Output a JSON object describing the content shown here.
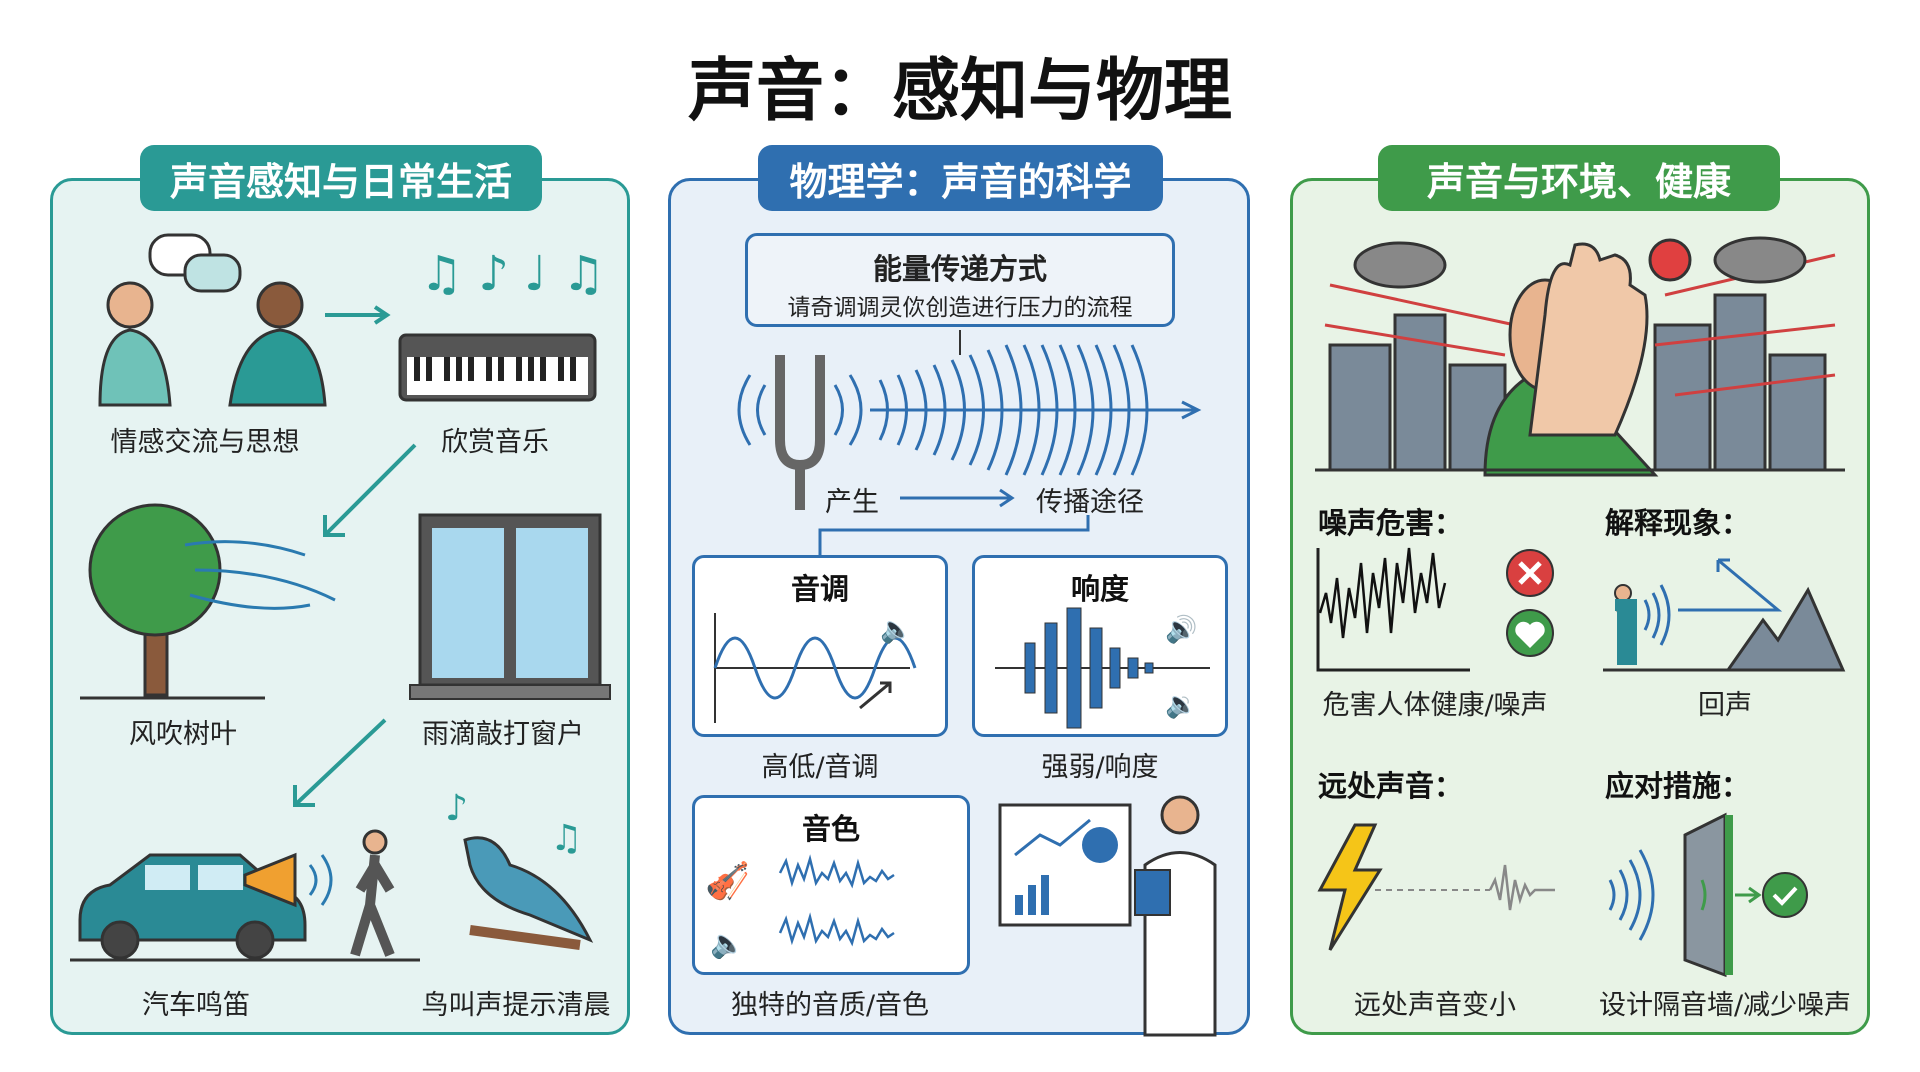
{
  "title": "声音：感知与物理",
  "left": {
    "header": "声音感知与日常生活",
    "items": [
      "情感交流与思想",
      "欣赏音乐",
      "风吹树叶",
      "雨滴敲打窗户",
      "汽车鸣笛",
      "鸟叫声提示清晨"
    ]
  },
  "middle": {
    "header": "物理学：声音的科学",
    "energy_box": {
      "title": "能量传递方式",
      "subtitle": "请奇调调灵佽创造进行压力的流程"
    },
    "produce": "产生",
    "propagate": "传播途径",
    "pitch": {
      "title": "音调",
      "label": "高低/音调"
    },
    "loudness": {
      "title": "响度",
      "label": "强弱/响度"
    },
    "timbre": {
      "title": "音色",
      "label": "独特的音质/音色"
    }
  },
  "right": {
    "header": "声音与环境、健康",
    "noise": {
      "heading": "噪声危害：",
      "label": "危害人体健康/噪声"
    },
    "explain": {
      "heading": "解释现象：",
      "label": "回声"
    },
    "far": {
      "heading": "远处声音：",
      "label": "远处声音变小"
    },
    "measures": {
      "heading": "应对措施：",
      "label": "设计隔音墙/减少噪声"
    }
  },
  "colors": {
    "teal": "#2a9a95",
    "blue": "#2f6fb0",
    "green": "#3f9b4a"
  }
}
